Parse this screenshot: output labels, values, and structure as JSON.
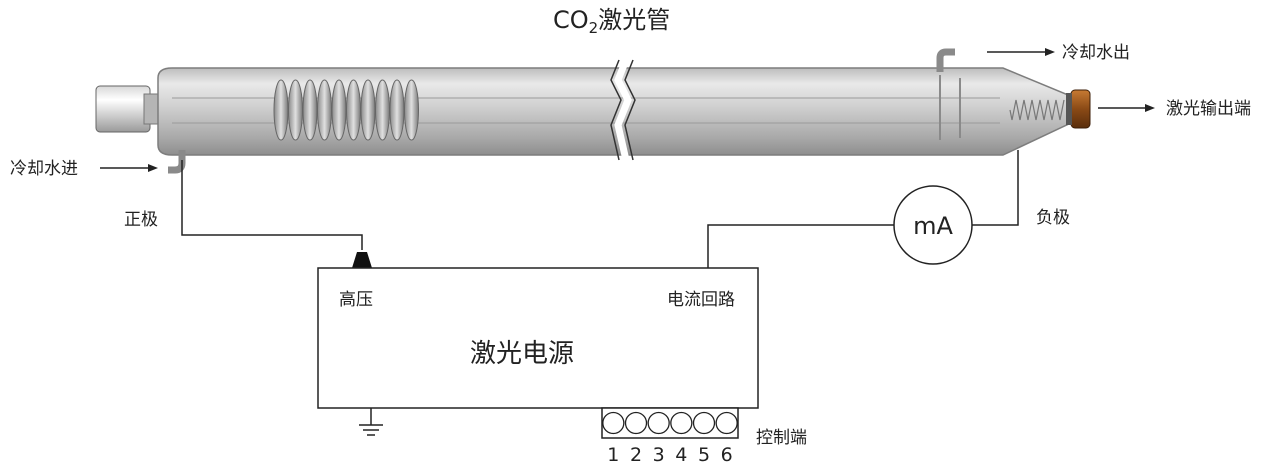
{
  "title_prefix": "CO",
  "title_sub": "2",
  "title_suffix": "激光管",
  "labels": {
    "cooling_out": "冷却水出",
    "laser_output": "激光输出端",
    "cooling_in": "冷却水进",
    "anode": "正极",
    "cathode": "负极",
    "meter": "mA",
    "high_voltage": "高压",
    "current_loop": "电流回路",
    "power_supply": "激光电源",
    "control": "控制端"
  },
  "terminals": [
    "1",
    "2",
    "3",
    "4",
    "5",
    "6"
  ]
}
